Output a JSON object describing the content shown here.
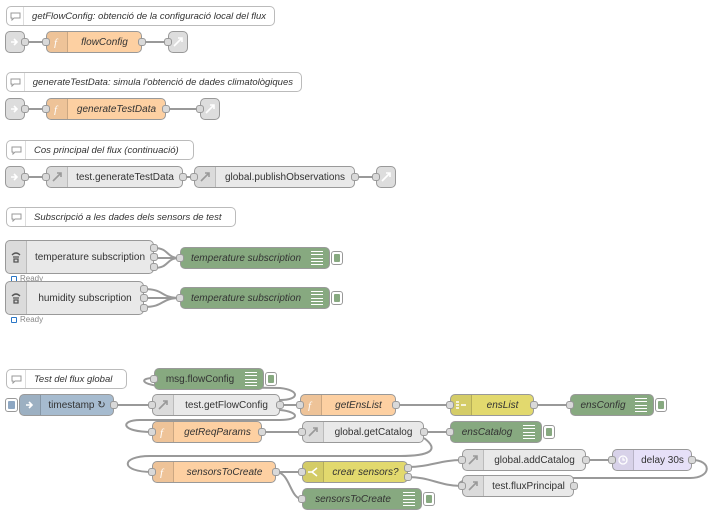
{
  "comments": {
    "c1": "getFlowConfig: obtenció de la configuració local del flux",
    "c2": "generateTestData: simula l'obtenció de dades climatològiques",
    "c3": "Cos principal del flux (continuació)",
    "c4": "Subscripció a les dades dels sensors de test",
    "c5": "Test del flux global"
  },
  "nodes": {
    "flowConfig": "flowConfig",
    "generateTestData": "generateTestData",
    "testGenerateTestData": "test.generateTestData",
    "globalPublishObservations": "global.publishObservations",
    "temperatureSubscription": "temperature subscription",
    "temperatureSubscriptionDebug": "temperature subscription",
    "humiditySubscription": "humidity subscription",
    "humiditySubscriptionDebug": "temperature subscription",
    "msgFlowConfig": "msg.flowConfig",
    "timestamp": "timestamp ↻",
    "testGetFlowConfig": "test.getFlowConfig",
    "getEnsList": "getEnsList",
    "ensList": "ensList",
    "ensConfig": "ensConfig",
    "getReqParams": "getReqParams",
    "globalGetCatalog": "global.getCatalog",
    "ensCatalog": "ensCatalog",
    "sensorsToCreate": "sensorsToCreate",
    "crearSensors": "crear sensors?",
    "globalAddCatalog": "global.addCatalog",
    "delay30s": "delay 30s",
    "testFluxPrincipal": "test.fluxPrincipal",
    "sensorsToCreateDebug": "sensorsToCreate"
  },
  "status": {
    "temperature": "Ready",
    "humidity": "Ready"
  },
  "colors": {
    "function": "#fdd0a2",
    "link": "#dddddd",
    "debug": "#87a980",
    "switch": "#e2d96e",
    "delay": "#e6e0f8",
    "inject": "#a6bbcf",
    "wire": "#999999"
  },
  "icons": {
    "comment": "speech-bubble-icon",
    "function": "function-f-icon",
    "link-in": "link-in-arrow-icon",
    "link-out": "link-out-arrow-icon",
    "debug": "debug-lines-icon",
    "switch": "switch-branch-icon",
    "delay": "timer-icon",
    "inject": "inject-arrow-icon",
    "mqtt": "mqtt-bridge-icon",
    "split": "split-icon"
  }
}
